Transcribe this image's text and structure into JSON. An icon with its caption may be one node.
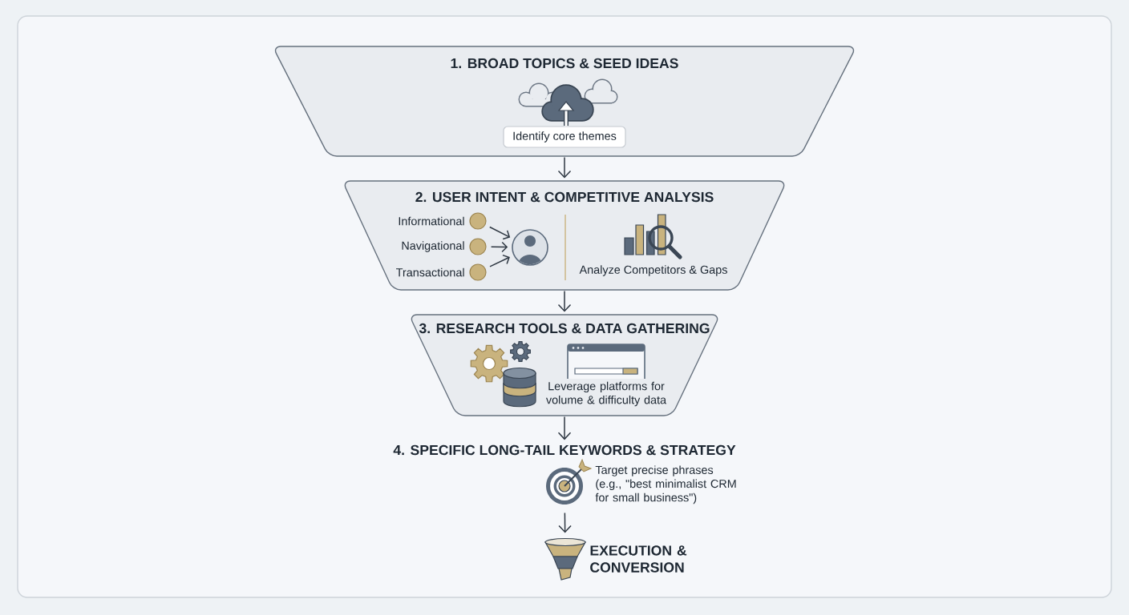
{
  "diagram": {
    "nodes": [
      {
        "text": [
          "1. BROAD TOPICS & SEED IDEAS"
        ]
      },
      {
        "text": [
          "Identify core themes"
        ],
        "in": 0
      },
      {
        "text": [
          "2. USER INTENT & COMPETITIVE ANALYSIS",
          "Analyze Competitors & Gaps"
        ]
      },
      {
        "text": [],
        "shape": "circle",
        "in": 2,
        "beside": [
          "Informational"
        ]
      },
      {
        "text": [],
        "shape": "circle",
        "in": 2,
        "beside": [
          "Navigational"
        ]
      },
      {
        "text": [],
        "shape": "circle",
        "in": 2,
        "beside": [
          "Transactional"
        ]
      },
      {
        "text": [],
        "shape": "person",
        "in": 2
      },
      {
        "text": [
          "3. RESEARCH TOOLS & DATA GATHERING",
          "Leverage platforms for volume & difficulty data"
        ]
      },
      {
        "text": [
          "4. SPECIFIC LONG-TAIL KEYWORDS & STRATEGY"
        ]
      },
      {
        "text": [],
        "shape": "picture",
        "beside": [
          "Target precise phrases (e.g., \"best minimalist CRM for small business\")"
        ]
      },
      {
        "text": [],
        "shape": "picture",
        "beside": [
          "EXECUTION & CONVERSION"
        ]
      }
    ],
    "edges": [
      {
        "from": 0,
        "to": 2,
        "arrow": "to"
      },
      {
        "from": 3,
        "to": 6,
        "arrow": "to"
      },
      {
        "from": 4,
        "to": 6,
        "arrow": "to"
      },
      {
        "from": 5,
        "to": 6,
        "arrow": "to"
      },
      {
        "from": 2,
        "to": 7,
        "arrow": "to"
      },
      {
        "from": 7,
        "to": 8,
        "arrow": "to"
      },
      {
        "from": 9,
        "to": 10,
        "arrow": "to"
      }
    ]
  }
}
